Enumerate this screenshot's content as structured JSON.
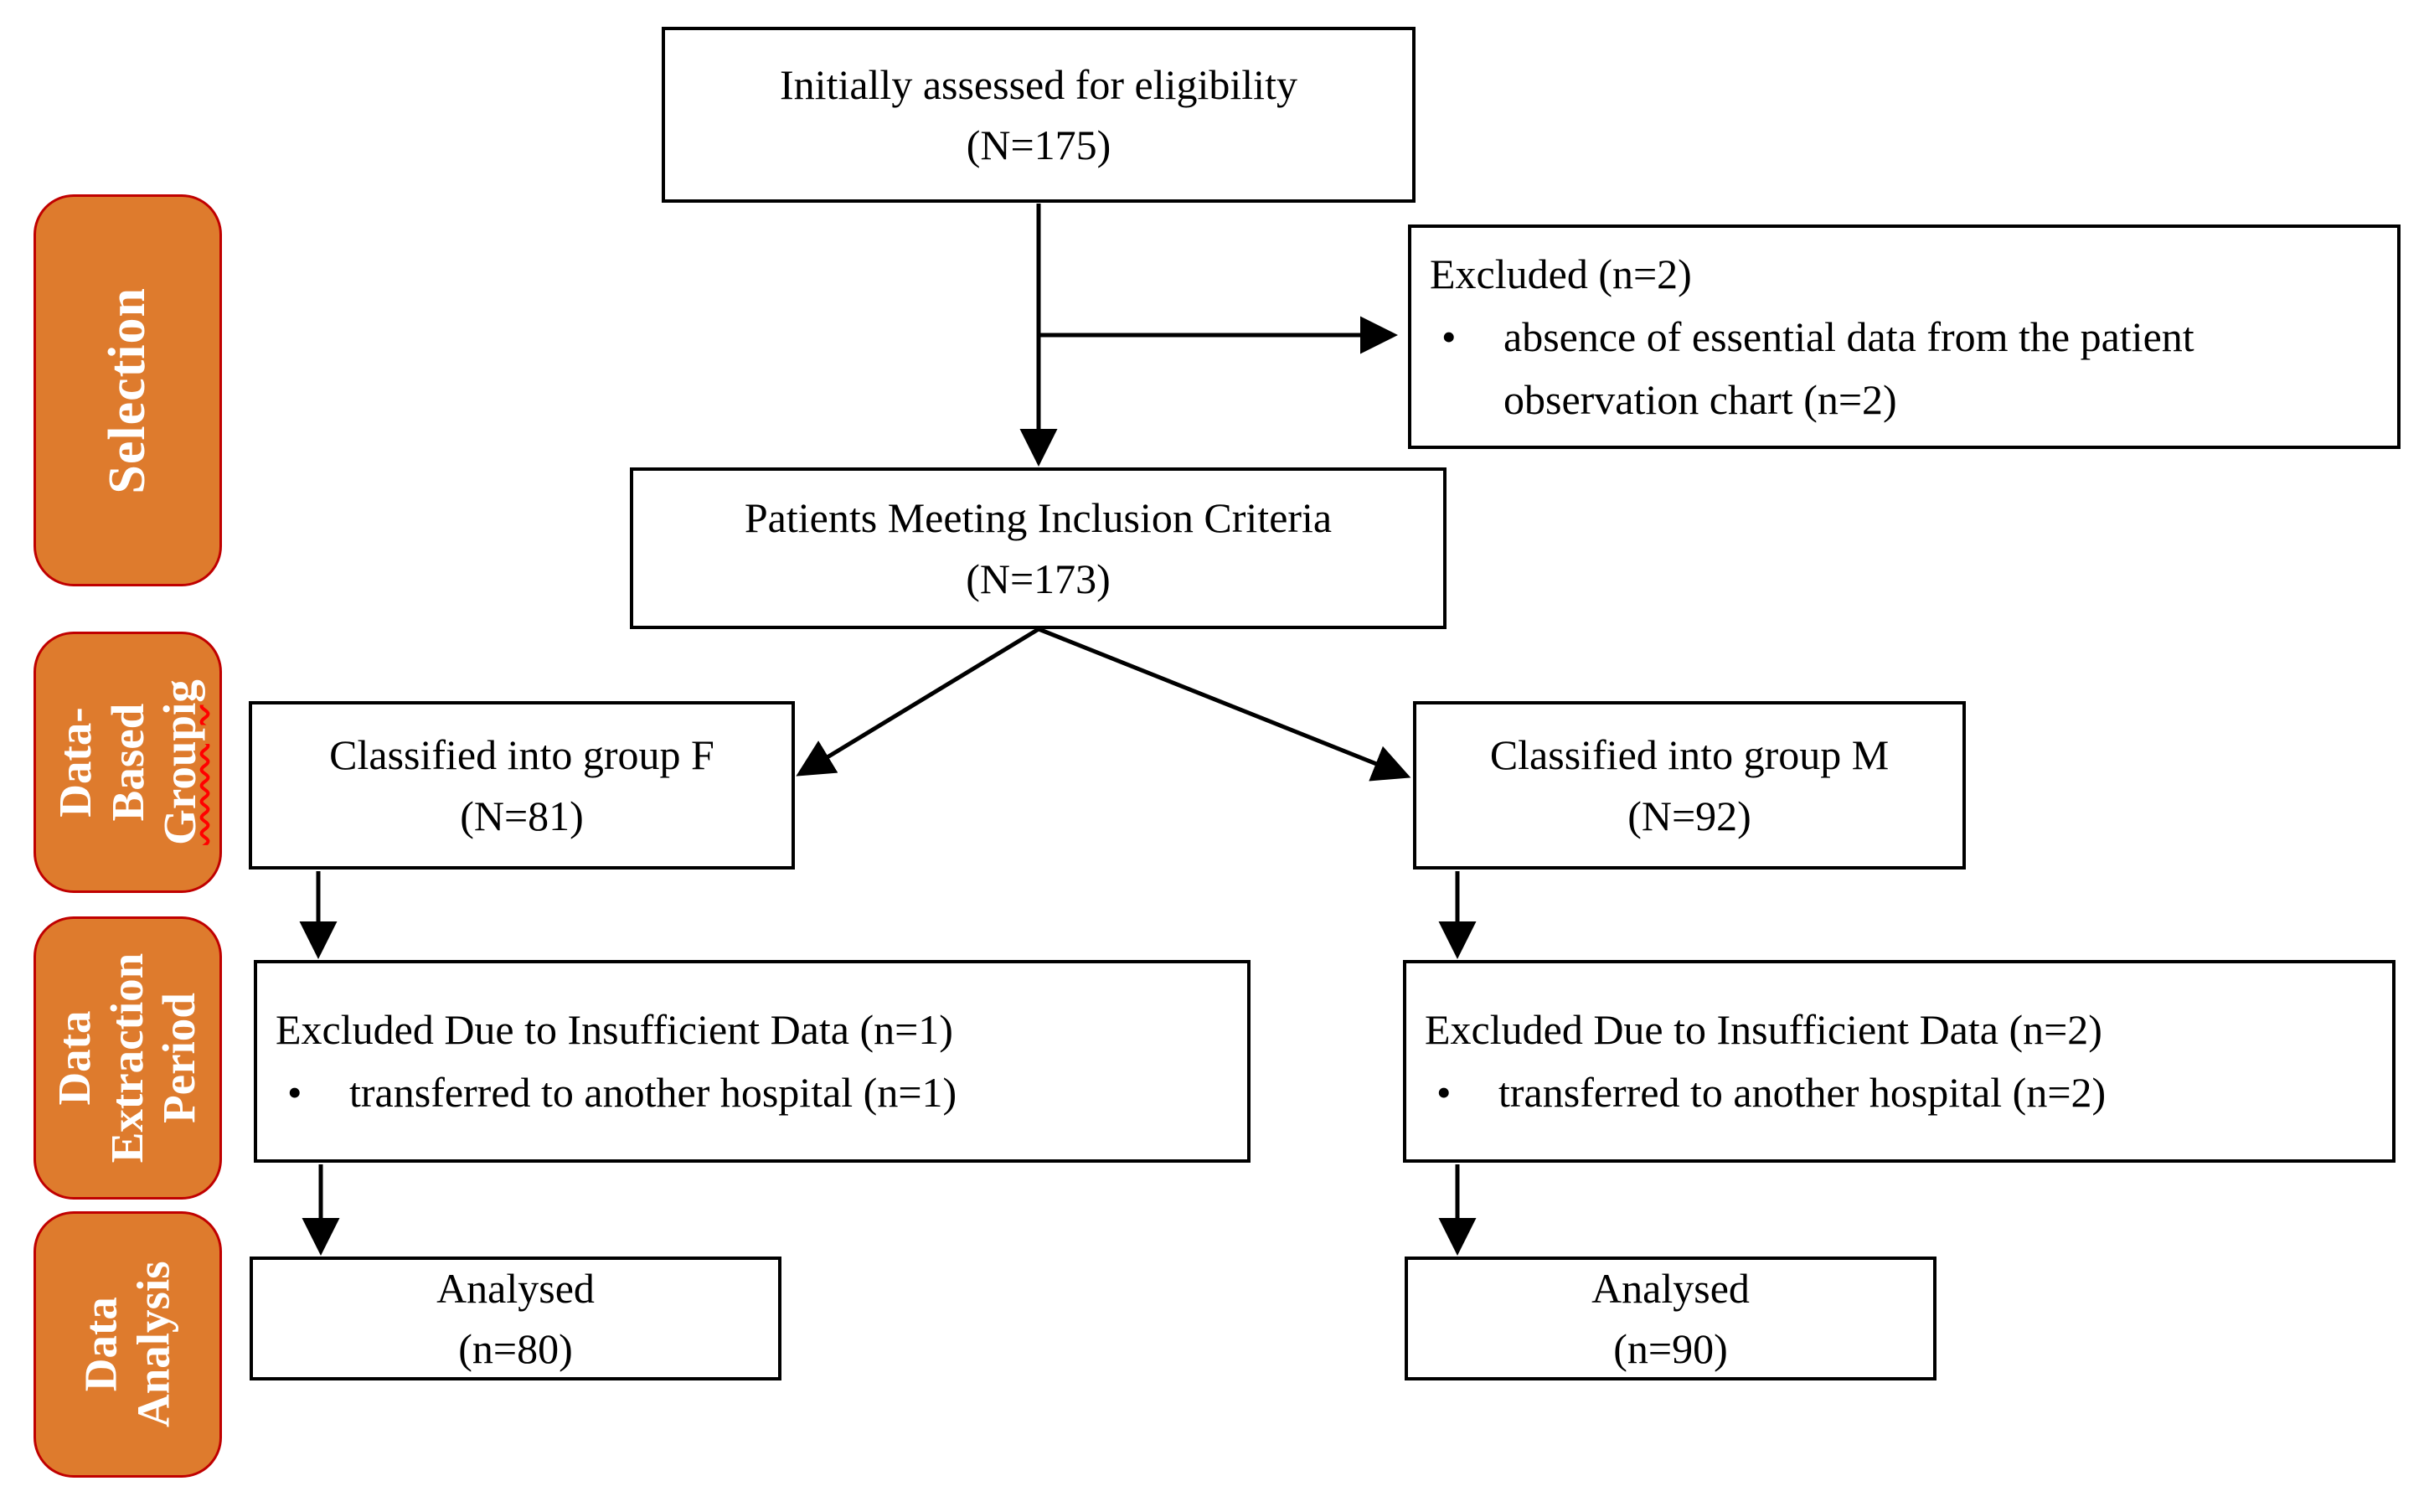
{
  "colors": {
    "panel-fill": "#DE7B2D",
    "panel-border": "#C00000",
    "panel-text": "#FFFFFF",
    "box-border": "#000000",
    "connector": "#000000",
    "squiggle": "#FF0000",
    "text": "#000000",
    "background": "#FFFFFF"
  },
  "sidebar": {
    "panels": [
      {
        "id": "selection",
        "lines": [
          "Selection"
        ]
      },
      {
        "id": "data-based-grouping",
        "lines": [
          "Data-",
          "Based",
          "Groupig"
        ]
      },
      {
        "id": "data-extraction-period",
        "lines": [
          "Data",
          "Extraction",
          "Period"
        ]
      },
      {
        "id": "data-analysis",
        "lines": [
          "Data",
          "Analysis"
        ]
      }
    ]
  },
  "flow": {
    "initial": {
      "title": "Initially assessed for eligibility",
      "count": "(N=175)"
    },
    "excluded_initial": {
      "title": "Excluded (n=2)",
      "bullet_marker": "•",
      "bullet": "absence of essential data from the patient observation chart (n=2)"
    },
    "inclusion": {
      "title": "Patients Meeting Inclusion Criteria",
      "count": "(N=173)"
    },
    "group_f": {
      "title": "Classified into group F",
      "count": "(N=81)"
    },
    "group_m": {
      "title": "Classified into group M",
      "count": "(N=92)"
    },
    "excluded_f": {
      "title": "Excluded Due to Insufficient Data (n=1)",
      "bullet_marker": "•",
      "bullet": "transferred to another hospital (n=1)"
    },
    "excluded_m": {
      "title": "Excluded Due to Insufficient Data (n=2)",
      "bullet_marker": "•",
      "bullet": "transferred to another hospital (n=2)"
    },
    "analysed_f": {
      "title": "Analysed",
      "count": "(n=80)"
    },
    "analysed_m": {
      "title": "Analysed",
      "count": "(n=90)"
    }
  }
}
